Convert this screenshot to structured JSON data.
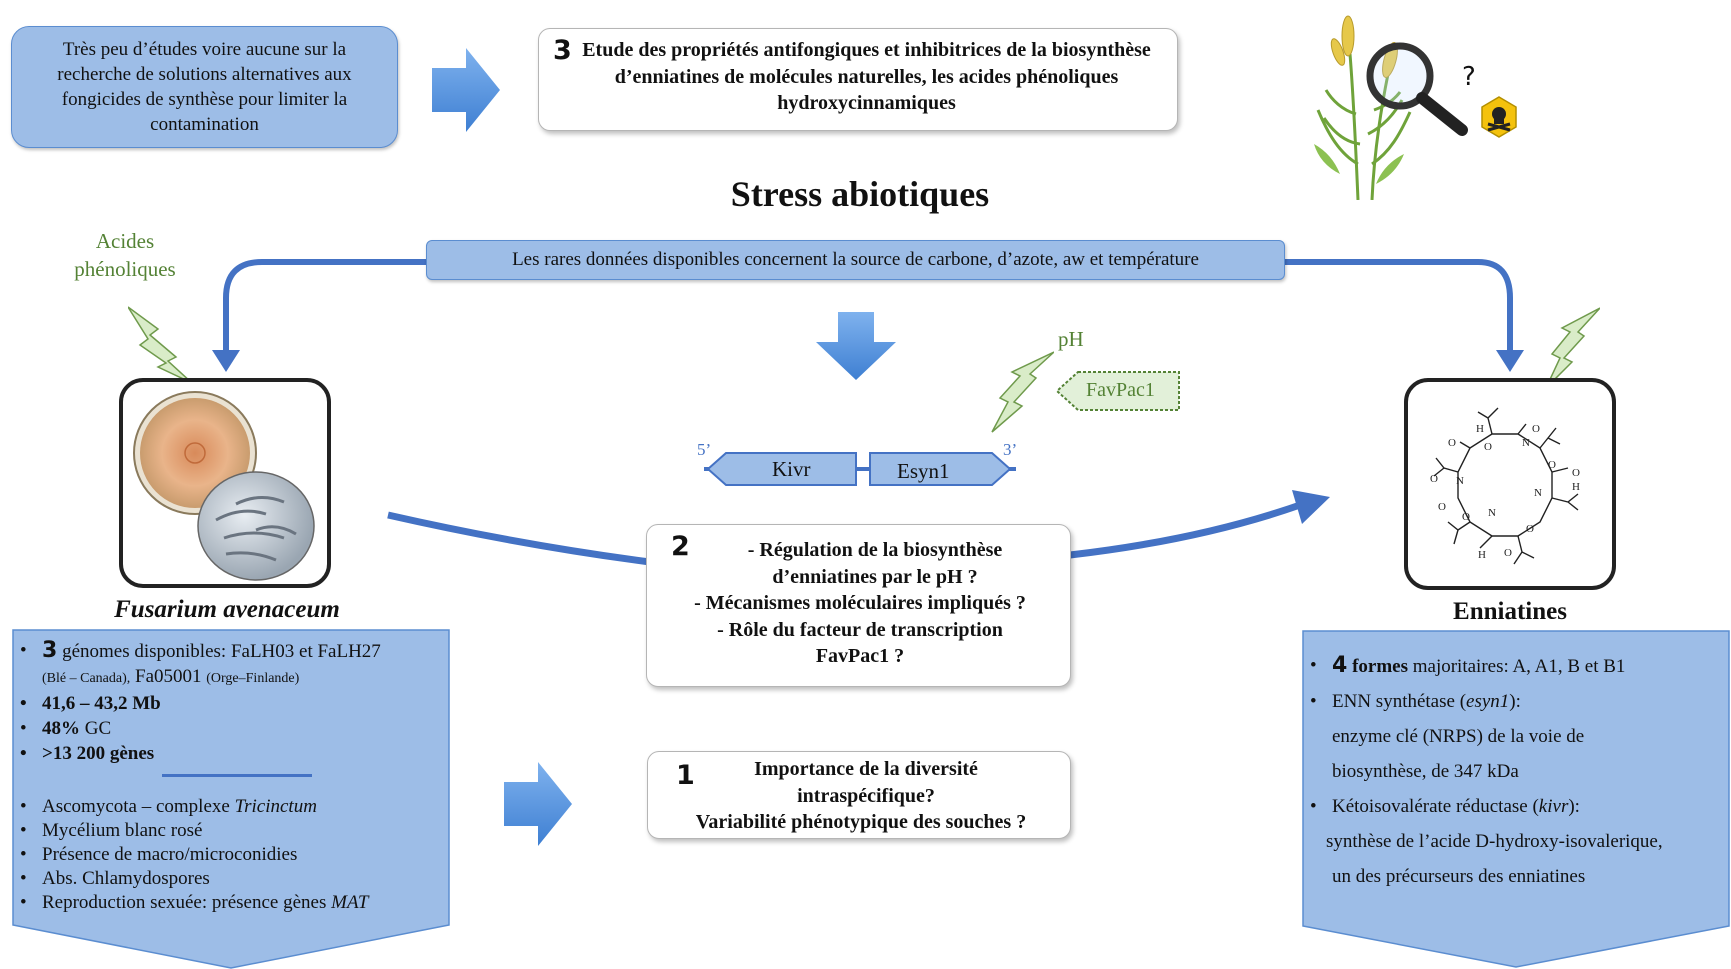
{
  "top_left_box": {
    "text": "Très peu d’études voire aucune sur la recherche de solutions alternatives aux fongicides de synthèse pour limiter la contamination"
  },
  "box3": {
    "number": "3",
    "text": "Etude des propriétés antifongiques et inhibitrices de la biosynthèse d’enniatines de molécules naturelles, les acides phénoliques hydroxycinnamiques"
  },
  "plant": {
    "question_mark": "?",
    "icons": [
      "wheat-plant-icon",
      "magnifier-icon",
      "toxic-hazard-icon"
    ]
  },
  "stress_title": "Stress abiotiques",
  "stress_bar": "Les rares données disponibles concernent la source de carbone, d’azote, aw et température",
  "acides_label": "Acides phénoliques",
  "ph_label": "pH",
  "favpac1_tag": "FavPac1",
  "gene": {
    "five_prime": "5’",
    "three_prime": "3’",
    "kivr": "Kivr",
    "esyn1": "Esyn1"
  },
  "box2": {
    "number": "2",
    "lines": [
      "- Régulation de la biosynthèse",
      "d’enniatines par le pH ?",
      "- Mécanismes moléculaires impliqués ?",
      "- Rôle du facteur de transcription",
      "FavPac1 ?"
    ]
  },
  "box1": {
    "number": "1",
    "lines": [
      "Importance de la diversité",
      "intraspécifique?",
      "Variabilité phénotypique des souches ?"
    ]
  },
  "fusarium": {
    "title": "Fusarium avenaceum",
    "genome_num": "3",
    "genome_text": "génomes disponibles: FaLH03 et FaLH27",
    "genome_origin1": "(Blé – Canada),",
    "genome_strain": "Fa05001",
    "genome_origin2": "(Orge–Finlande)",
    "size": "41,6 – 43,2 Mb",
    "gc_bold": "48%",
    "gc_rest": "GC",
    "genes": ">13 200 gènes",
    "traits": [
      {
        "pre": "Ascomycota – complexe ",
        "ital": "Tricinctum",
        "post": ""
      },
      {
        "pre": "Mycélium blanc rosé",
        "ital": "",
        "post": ""
      },
      {
        "pre": "Présence de macro/microconidies",
        "ital": "",
        "post": ""
      },
      {
        "pre": "Abs. Chlamydospores",
        "ital": "",
        "post": ""
      },
      {
        "pre": "Reproduction sexuée: présence gènes ",
        "ital": "MAT",
        "post": ""
      }
    ]
  },
  "enniatines": {
    "title": "Enniatines",
    "forms_num": "4",
    "forms_bold": "formes",
    "forms_rest": "majoritaires: A, A1, B et B1",
    "enn_a": "ENN synthétase (",
    "enn_ital": "esyn1",
    "enn_b": "):",
    "enn_line2": "enzyme clé (NRPS) de la voie de",
    "enn_line3": "biosynthèse, de 347 kDa",
    "kivr_a": "Kétoisovalérate réductase (",
    "kivr_ital": "kivr",
    "kivr_b": "):",
    "kivr_line2": "synthèse de l’acide D-hydroxy-isovalerique,",
    "kivr_line3": "un des précurseurs des enniatines"
  },
  "molecule_atoms": [
    "O",
    "O",
    "N",
    "O",
    "O",
    "N",
    "O",
    "H",
    "N",
    "O",
    "O",
    "H",
    "O",
    "O",
    "N",
    "O",
    "H"
  ],
  "colors": {
    "arrow_blue": "#4472c4",
    "box_blue": "#9dbde7",
    "green_label": "#548235",
    "bolt_green": "#c5e0b4"
  }
}
